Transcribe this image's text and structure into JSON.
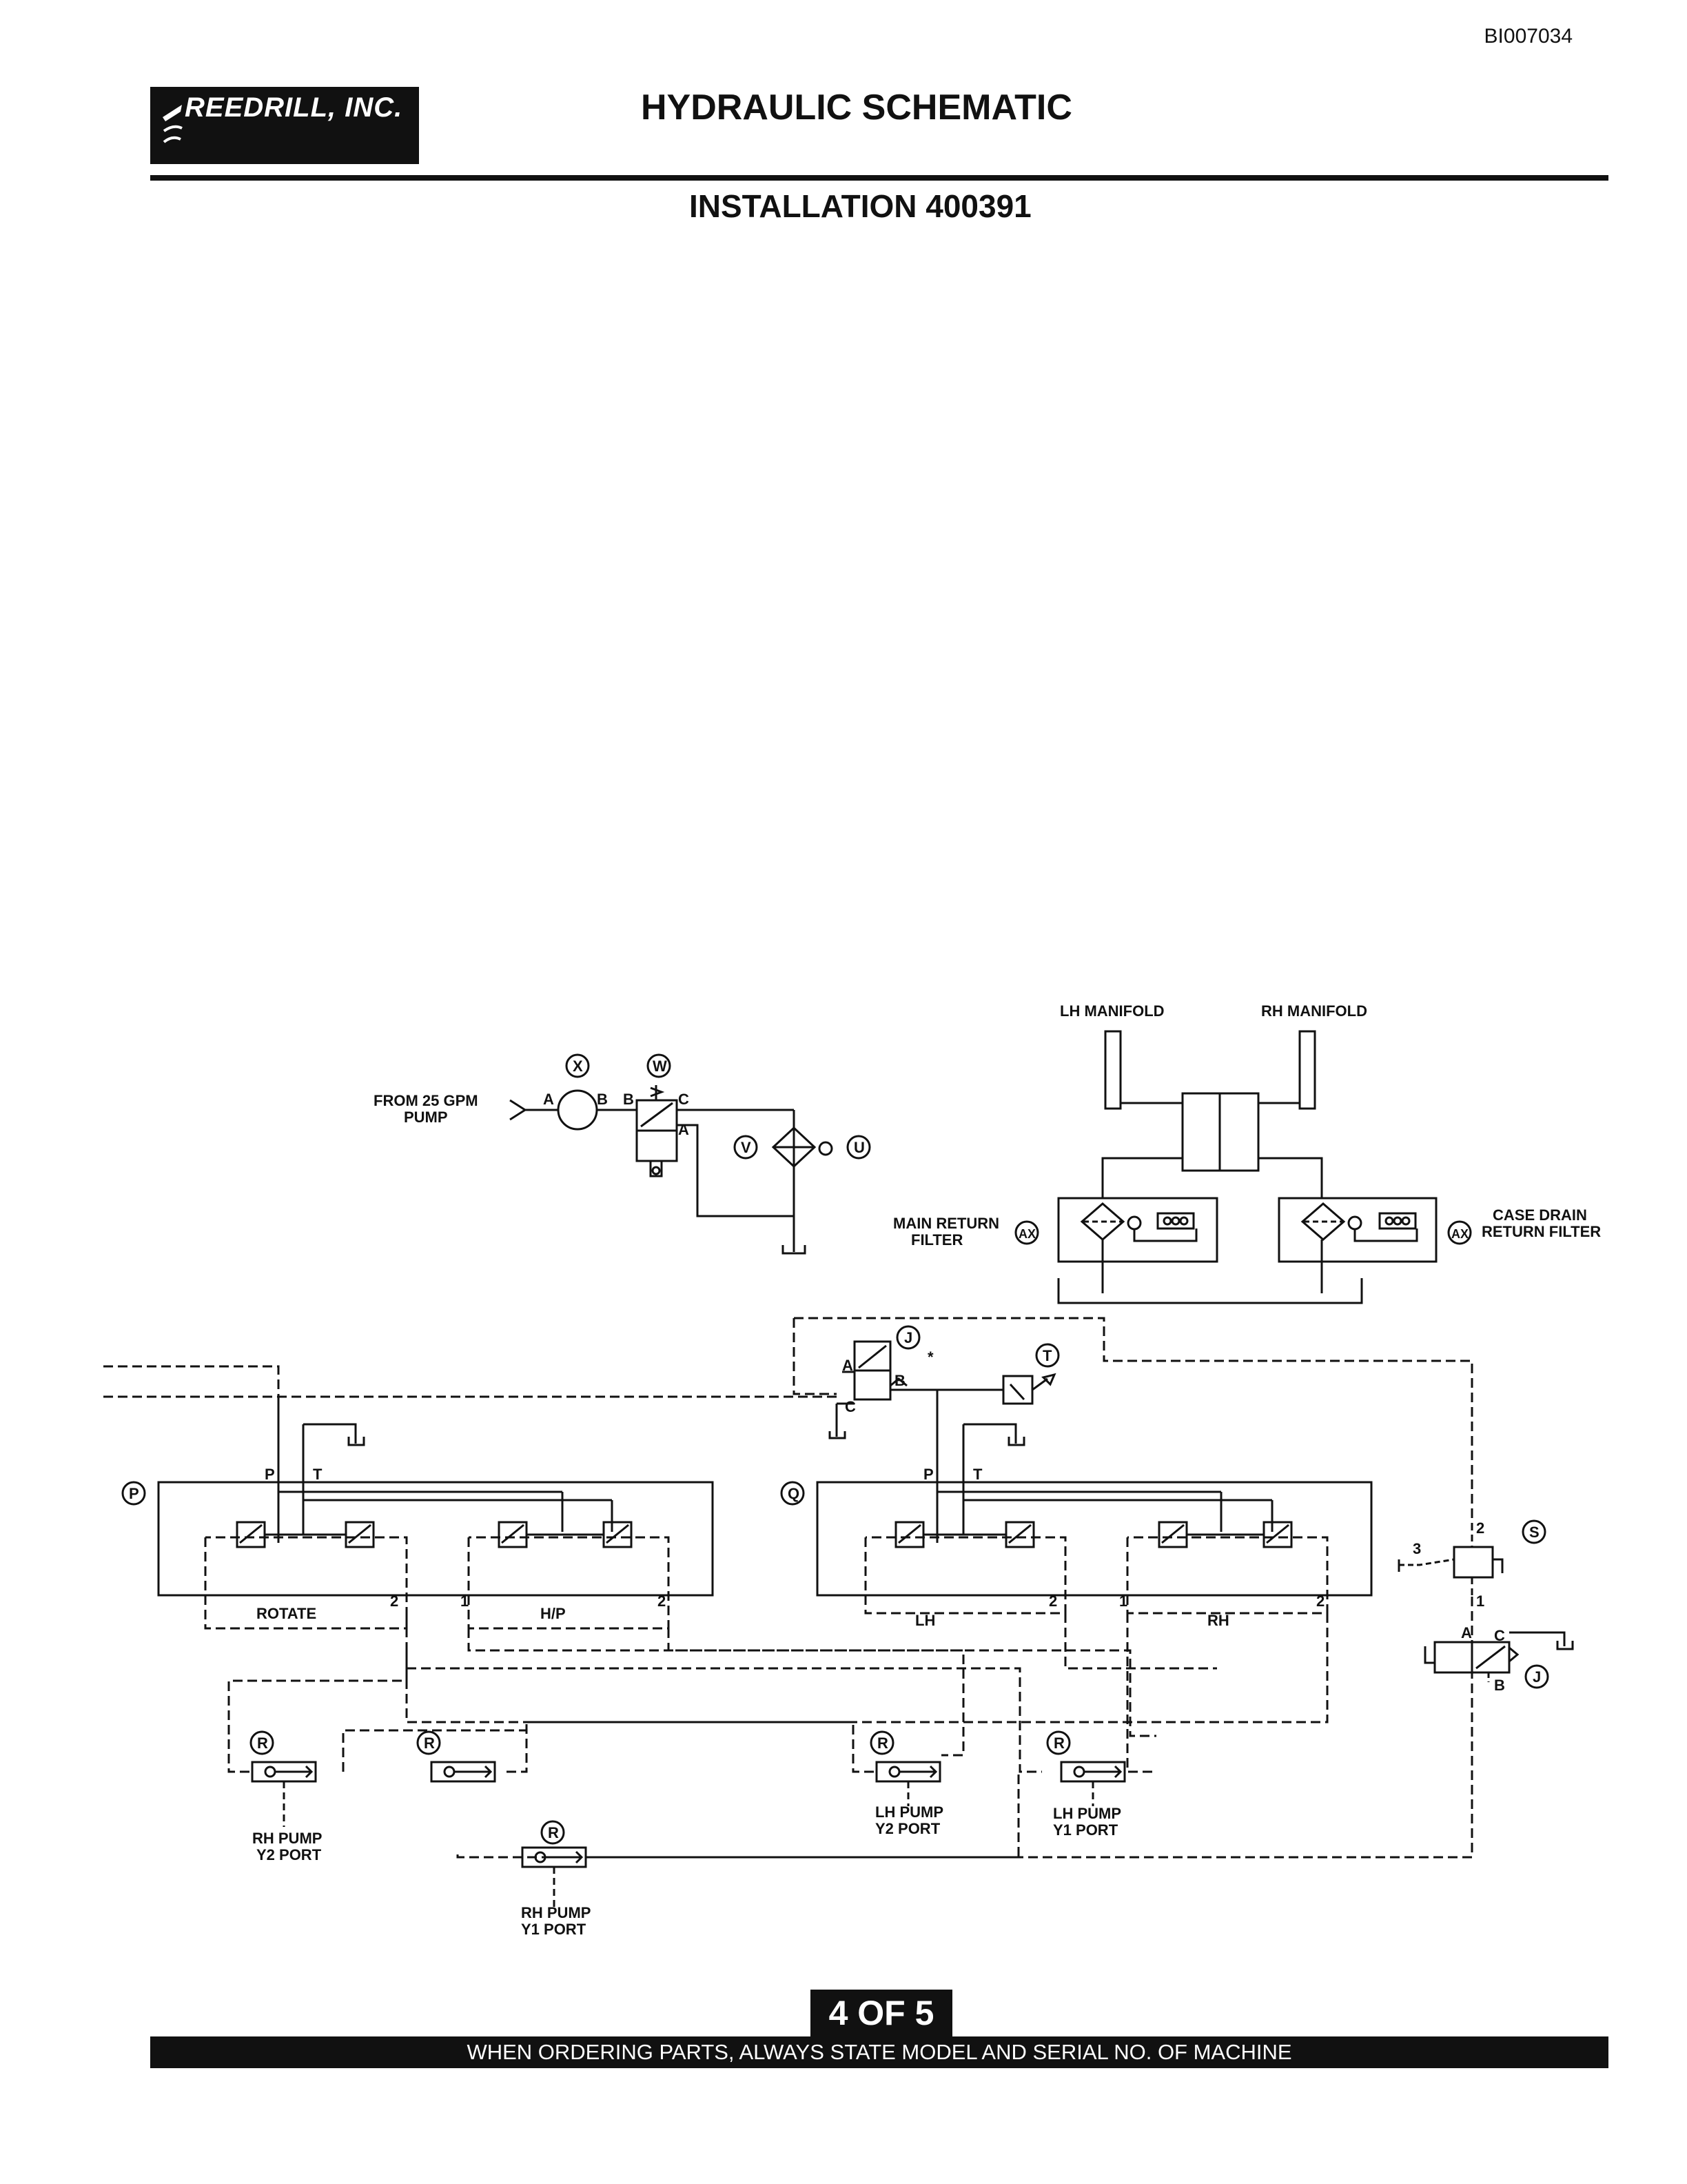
{
  "header": {
    "doc_id": "BI007034",
    "logo_text": "REEDRILL, INC.",
    "title": "HYDRAULIC SCHEMATIC",
    "subtitle": "INSTALLATION 400391"
  },
  "schematic": {
    "labels": {
      "lh_manifold": "LH MANIFOLD",
      "rh_manifold": "RH MANIFOLD",
      "from_pump_1": "FROM 25 GPM",
      "from_pump_2": "PUMP",
      "main_return_1": "MAIN RETURN",
      "main_return_2": "FILTER",
      "case_drain_1": "CASE DRAIN",
      "case_drain_2": "RETURN FILTER",
      "rotate": "ROTATE",
      "hp": "H/P",
      "lh": "LH",
      "rh": "RH",
      "rh_pump_y2_1": "RH PUMP",
      "rh_pump_y2_2": "Y2 PORT",
      "lh_pump_y2_1": "LH PUMP",
      "lh_pump_y2_2": "Y2 PORT",
      "lh_pump_y1_1": "LH PUMP",
      "lh_pump_y1_2": "Y1 PORT",
      "rh_pump_y1_1": "RH PUMP",
      "rh_pump_y1_2": "Y1 PORT",
      "asterisk": "*"
    },
    "callouts": {
      "x": "X",
      "w": "W",
      "v": "V",
      "u": "U",
      "ax": "AX",
      "j": "J",
      "t": "T",
      "p": "P",
      "q": "Q",
      "s": "S",
      "r": "R"
    },
    "ports": {
      "a": "A",
      "b": "B",
      "c": "C",
      "p": "P",
      "t": "T",
      "one": "1",
      "two": "2",
      "three": "3"
    }
  },
  "footer": {
    "page": "4 OF 5",
    "notice": "WHEN ORDERING PARTS, ALWAYS STATE MODEL AND SERIAL NO. OF MACHINE"
  }
}
